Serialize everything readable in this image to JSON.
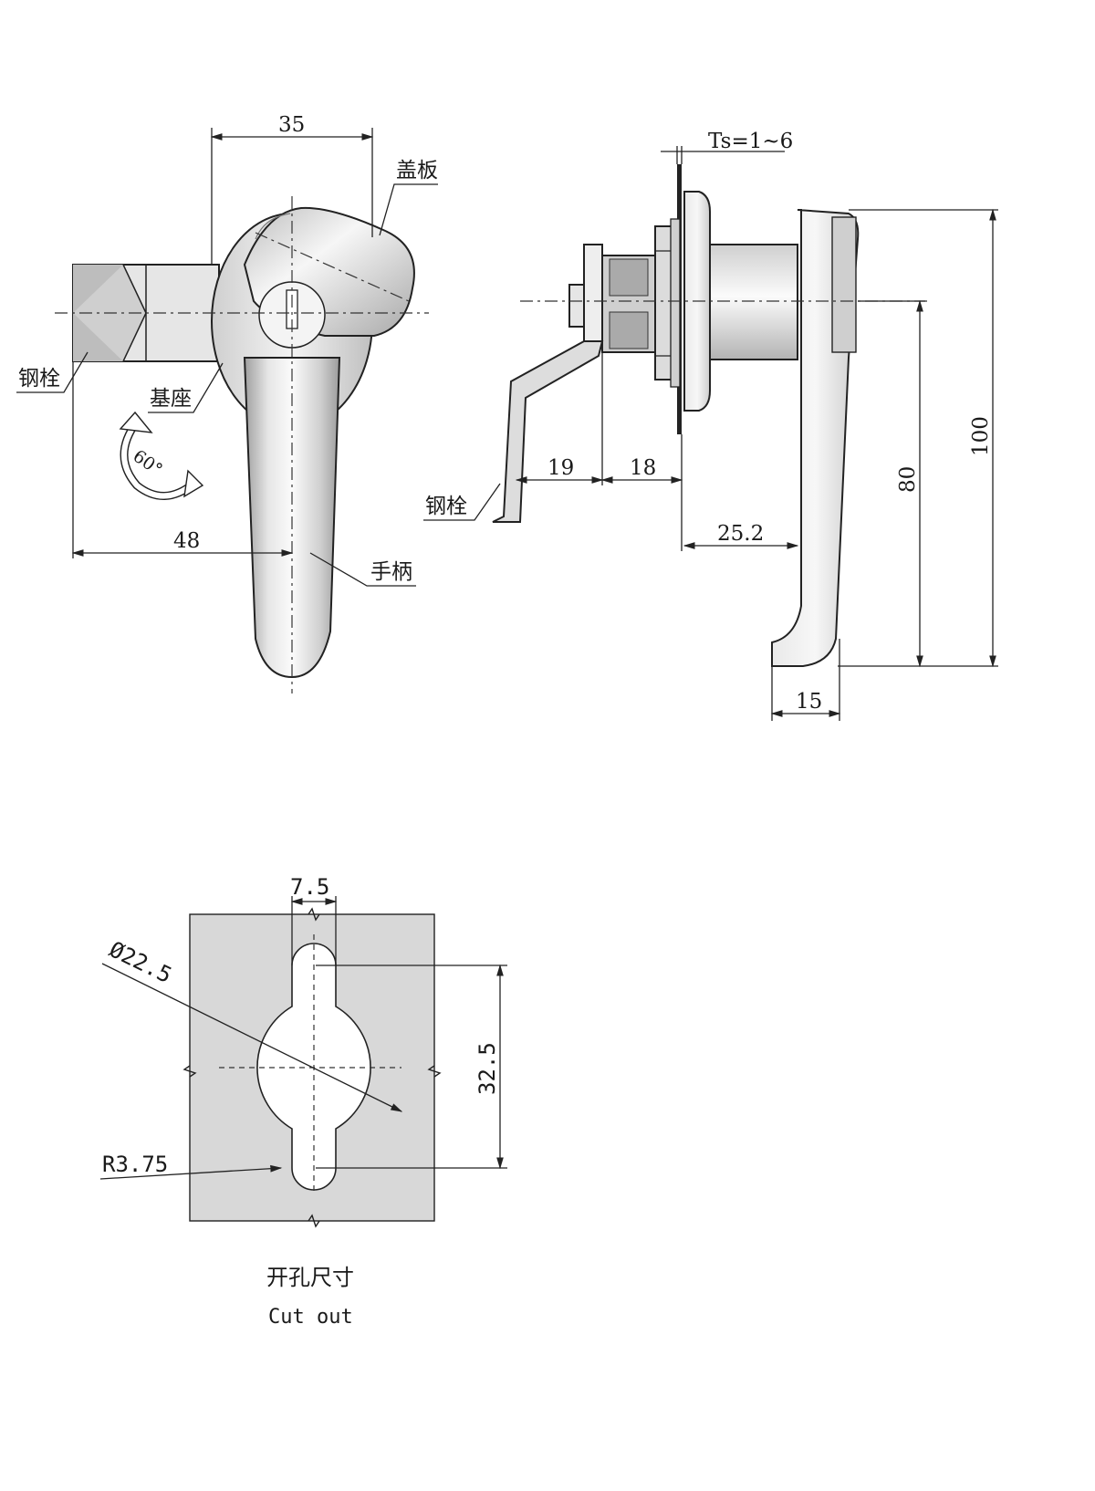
{
  "front_view": {
    "dim_width": "35",
    "dim_width_48": "48",
    "label_cover": "盖板",
    "label_bolt": "钢栓",
    "label_base": "基座",
    "label_handle": "手柄",
    "rotation_angle": "60°"
  },
  "side_view": {
    "dim_ts": "Ts=1~6",
    "dim_19": "19",
    "dim_18": "18",
    "dim_25_2": "25.2",
    "dim_80": "80",
    "dim_100": "100",
    "dim_15": "15",
    "label_bolt": "钢栓"
  },
  "cutout_view": {
    "dim_slot_width": "7.5",
    "dim_diameter": "Ø22.5",
    "dim_height": "32.5",
    "dim_radius": "R3.75",
    "caption_cn": "开孔尺寸",
    "caption_en": "Cut out"
  },
  "colors": {
    "metal_light": "#f2f2f2",
    "metal_mid": "#c9c9c9",
    "metal_dark": "#9a9a9a",
    "plate": "#d8d8d8",
    "line": "#222222"
  }
}
